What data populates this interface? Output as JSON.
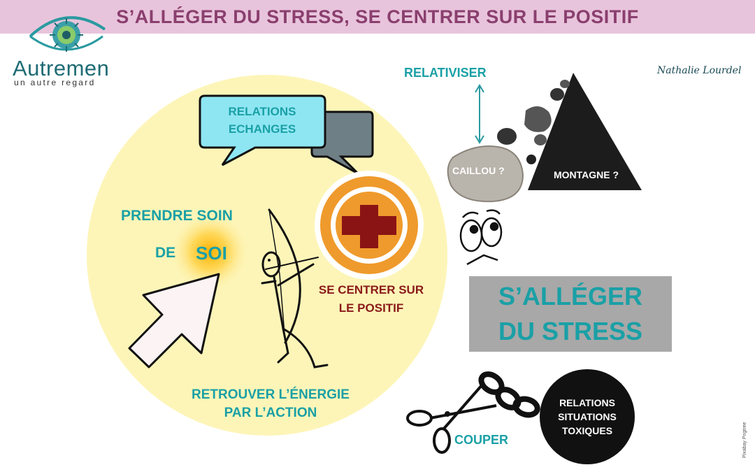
{
  "banner": {
    "title": "S’ALLÉGER DU STRESS, SE CENTRER SUR LE POSITIF"
  },
  "logo": {
    "brand": "Autremen",
    "tagline": "un autre regard"
  },
  "author": "Nathalie Lourdel",
  "circle": {
    "relations_line1": "RELATIONS",
    "relations_line2": "ECHANGES",
    "prendre_soin": "PRENDRE SOIN",
    "de": "DE",
    "soi": "SOI",
    "centrer_line1": "SE CENTRER SUR",
    "centrer_line2": "LE POSITIF",
    "energie_line1": "RETROUVER L’ÉNERGIE",
    "energie_line2": "PAR L’ACTION"
  },
  "relativiser": {
    "title": "RELATIVISER",
    "caillou": "CAILLOU ?",
    "montagne": "MONTAGNE ?"
  },
  "stress_box": {
    "line1": "S’ALLÉGER",
    "line2": "DU STRESS"
  },
  "couper": {
    "label": "COUPER",
    "toxic_line1": "RELATIONS",
    "toxic_line2": "SITUATIONS",
    "toxic_line3": "TOXIQUES"
  },
  "credit": "Pixabay Pngtree",
  "colors": {
    "banner_bg": "#e8c4dc",
    "banner_text": "#8a3f6e",
    "teal": "#1aa0a6",
    "dark_red": "#8a1a1a",
    "circle_bg": "#fdf5b8"
  }
}
